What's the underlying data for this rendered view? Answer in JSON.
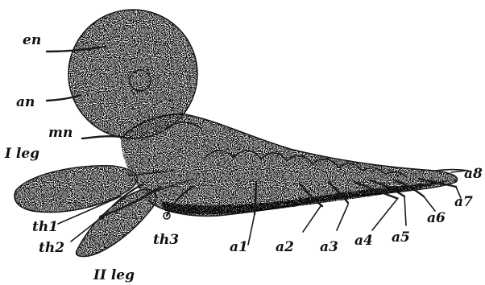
{
  "figure": {
    "labels": {
      "en": "en",
      "an": "an",
      "mn": "mn",
      "leg1": "I leg",
      "leg2": "II leg",
      "th1": "th1",
      "th2": "th2",
      "th3": "th3",
      "a1": "a1",
      "a2": "a2",
      "a3": "a3",
      "a4": "a4",
      "a5": "a5",
      "a6": "a6",
      "a7": "a7",
      "a8": "a8"
    }
  }
}
